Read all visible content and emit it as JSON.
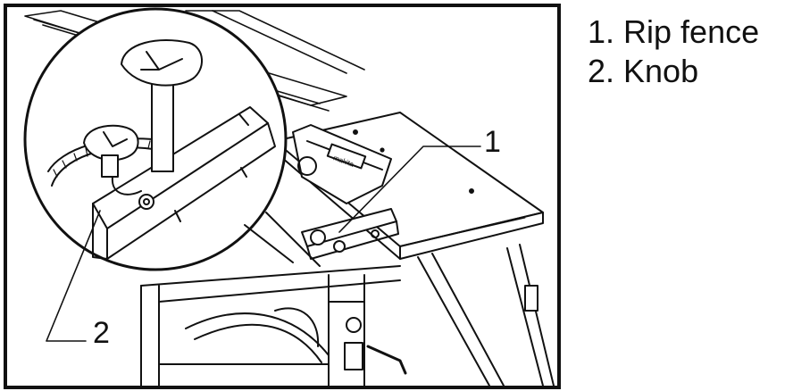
{
  "figure": {
    "callouts": [
      {
        "number": "1"
      },
      {
        "number": "2"
      }
    ],
    "badge_text": "makita"
  },
  "legend": {
    "items": [
      {
        "label": "1. Rip fence"
      },
      {
        "label": "2. Knob"
      }
    ]
  }
}
